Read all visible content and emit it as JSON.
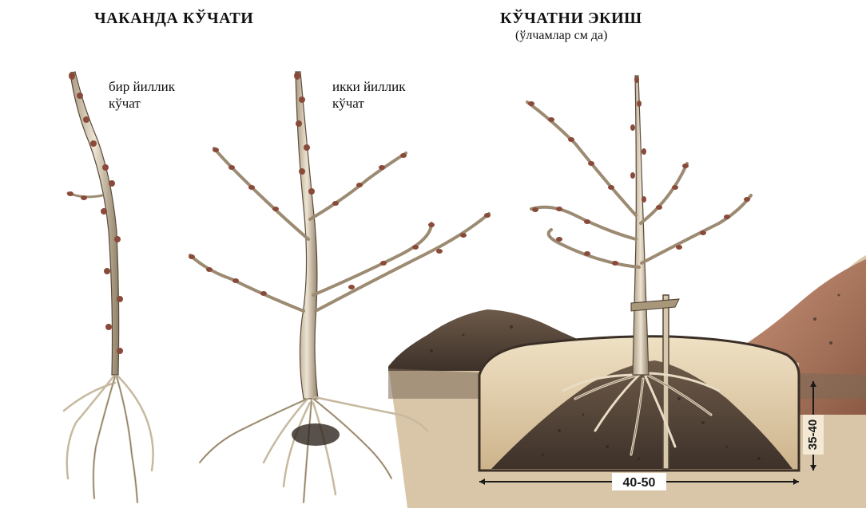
{
  "left_title": "ЧАКАНДА КЎЧАТИ",
  "right_title": "КЎЧАТНИ ЭКИШ",
  "right_subtitle": "(ўлчамлар см да)",
  "seedling_one_year": [
    "бир йиллик",
    "кўчат"
  ],
  "seedling_two_year": [
    "икки йиллик",
    "кўчат"
  ],
  "dimensions": {
    "depth": "35-40",
    "width": "40-50"
  },
  "colors": {
    "stem": "#c9bda6",
    "stem_dark": "#6e5f4a",
    "bud": "#8a4a3a",
    "soil": "#5a4a3c",
    "soil_light": "#9c7f63",
    "mound": "#b5795d",
    "pit_wall": "#e8d7b8"
  }
}
